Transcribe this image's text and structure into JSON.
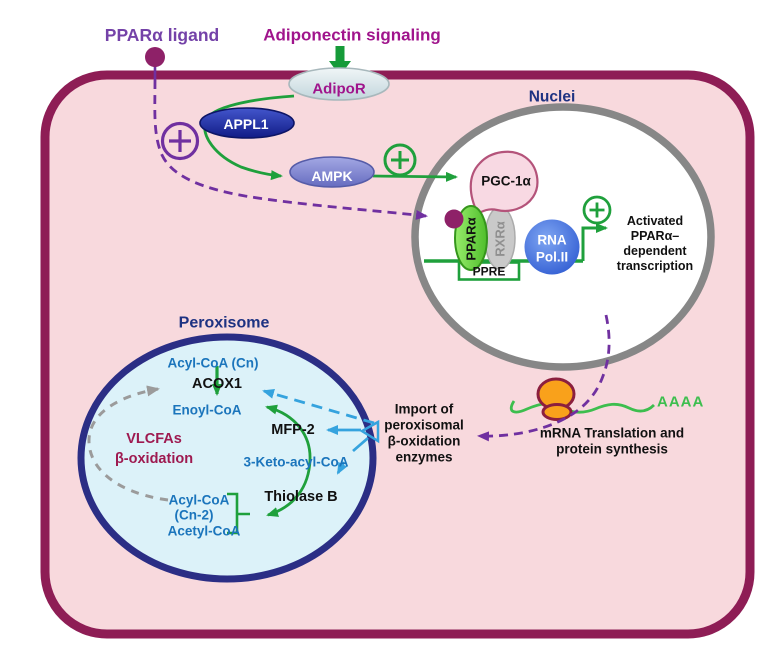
{
  "colors": {
    "cell_fill": "#F8D9DD",
    "membrane": "#8E1D55",
    "nucleus_border": "#878787",
    "perox_fill": "#DCF2F9",
    "perox_border": "#2B2E85",
    "green": "#1FA03C",
    "mrna_green": "#3DBE4E",
    "purple": "#7030A0",
    "ligand_text": "#7442A8",
    "magenta": "#A0148C",
    "blue_arrow": "#35A3DE",
    "metabolite_blue": "#1B75BC",
    "gray_arrow": "#9B9B9B",
    "navy": "#1E3282",
    "dark_red": "#9E1A50",
    "dot": "#8E2168",
    "ribosome": "#F9A11B",
    "ribosome_border": "#8C1F3E",
    "ampk_fill": "#7D82CF",
    "appl1_fill": "#1D2CA0",
    "adipor_fill": "#DCE9EC",
    "rna_pol_fill": "#3C6EDF",
    "ppara_fill": "#7CE14E",
    "rxra_fill": "#C9C9C9",
    "pgc_fill": "#F8D9E3",
    "pgc_border": "#B4537A"
  },
  "extracellular": {
    "ppar_ligand": "PPARα ligand",
    "adiponectin": "Adiponectin signaling"
  },
  "membrane_receptor": {
    "adipor": "AdipoR"
  },
  "signaling": {
    "appl1": "APPL1",
    "ampk": "AMPK"
  },
  "nucleus": {
    "title": "Nuclei",
    "pgc1a": "PGC-1α",
    "ppara": "PPARα",
    "rxra": "RXRα",
    "rna_pol_lines": [
      "RNA",
      "Pol.II"
    ],
    "ppre": "PPRE",
    "activated_lines": [
      "Activated",
      "PPARα–",
      "dependent",
      "transcription"
    ]
  },
  "peroxisome": {
    "title": "Peroxisome",
    "substrate": "Acyl-CoA (Cn)",
    "acox1": "ACOX1",
    "enoyl": "Enoyl-CoA",
    "mfp2": "MFP-2",
    "keto": "3-Keto-acyl-CoA",
    "thiolase": "Thiolase B",
    "products": [
      "Acyl-CoA",
      "(Cn-2)",
      "Acetyl-CoA"
    ],
    "vlcfa_lines": [
      "VLCFAs",
      "β-oxidation"
    ]
  },
  "import_label_lines": [
    "Import of",
    "peroxisomal",
    "β-oxidation",
    "enzymes"
  ],
  "translation": {
    "caption_lines": [
      "mRNA Translation and",
      "protein synthesis"
    ],
    "poly_a": "AAAA"
  }
}
